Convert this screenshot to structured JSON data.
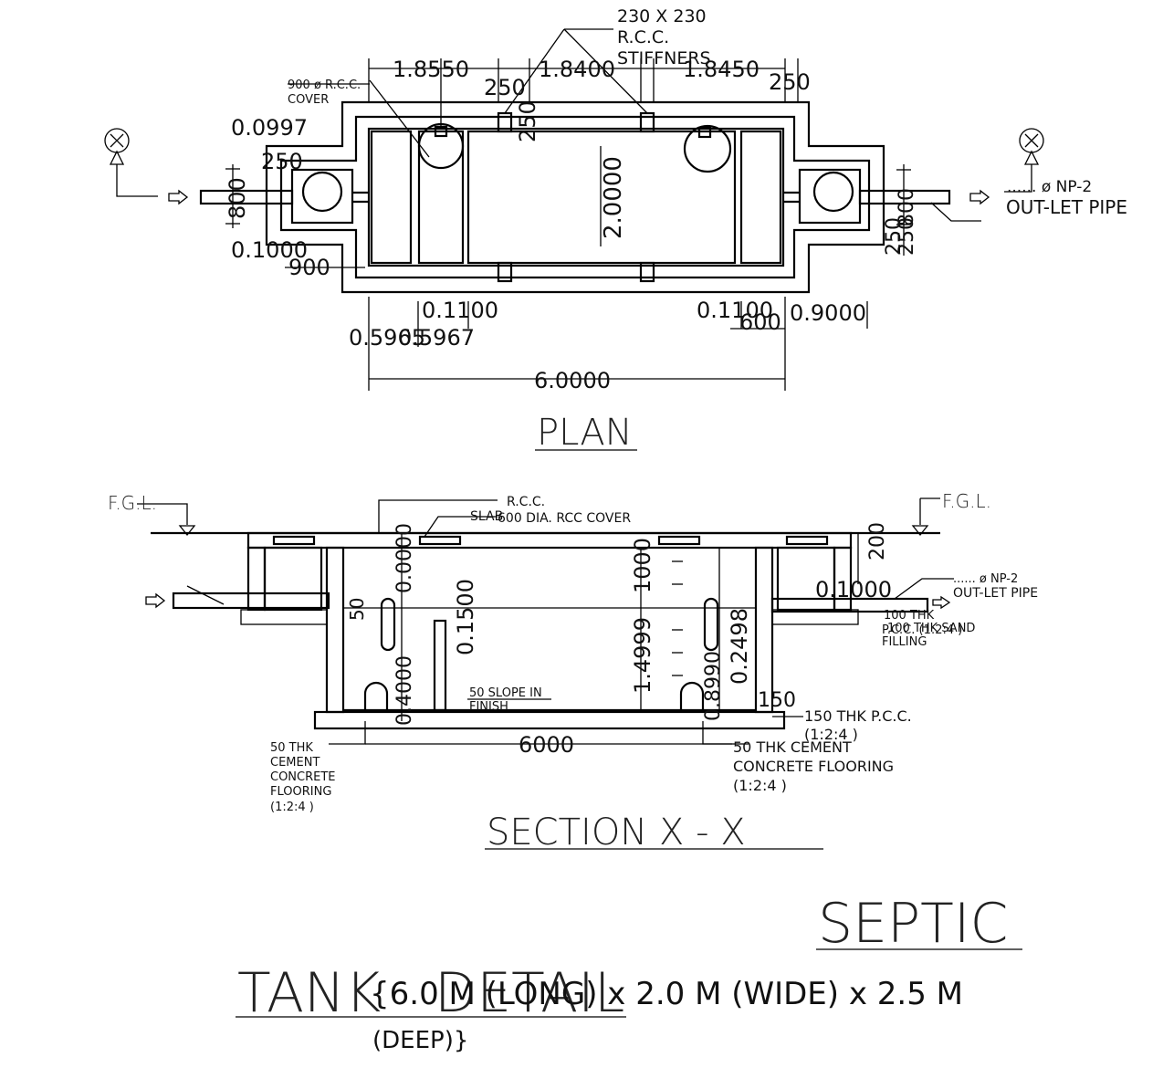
{
  "plan": {
    "title": "PLAN",
    "stiffener_label": [
      "230 X 230",
      "R.C.C.",
      "STIFFNERS"
    ],
    "cover_label": [
      "900 ø R.C.C.",
      "COVER"
    ],
    "outlet_label": [
      "......  ø NP-2",
      "OUT-LET   PIPE"
    ],
    "dims": {
      "d1": "1.8550",
      "d2": "1.8400",
      "d3": "1.8450",
      "d250a": "250",
      "d250b": "250",
      "d250c": "250",
      "d250d": "250",
      "d250e": "250",
      "d250f": "250",
      "d0997": "0.0997",
      "d800a": "800",
      "d800b": "800",
      "d1000": "0.1000",
      "d900": "900",
      "d2000": "2.0000",
      "d1100a": "0.1100",
      "d1100b": "0.1100",
      "d5965": "0.5965",
      "d5967": "0.5967",
      "d600": "600",
      "d9000": "0.9000",
      "d6000": "6.0000"
    }
  },
  "section": {
    "title": "SECTION  X  -  X",
    "fgl_left": "F.G.L.",
    "fgl_right": "F.G.L.",
    "rcc_slab": [
      "R.C.C.",
      "SLAB"
    ],
    "cover": "600 DIA. RCC COVER",
    "outlet": [
      "......  ø NP-2",
      "OUT-LET   PIPE"
    ],
    "sand": [
      "100  THK",
      "P.C.C. (1:2:4 )",
      "100  THK  SAND",
      "FILLING"
    ],
    "slope": [
      "50  SLOPE  IN",
      "FINISH"
    ],
    "pcc": [
      "150  THK    P.C.C.",
      "(1:2:4  )"
    ],
    "floor_right": [
      "50  THK    CEMENT",
      "CONCRETE  FLOORING",
      "(1:2:4  )"
    ],
    "floor_left": [
      "50  THK",
      "CEMENT",
      "CONCRETE",
      "FLOORING",
      "(1:2:4  )"
    ],
    "dims": {
      "s200": "200",
      "s1000a": "0.1000",
      "s50": "50",
      "s1500": "0.1500",
      "s1000b": "1000",
      "s1499": "1.4999",
      "s2498": "0.2498",
      "s150": "150",
      "s8990": "0.8990",
      "s6000": "6000",
      "s400": "0.4000",
      "s0000": "0.0000"
    }
  },
  "title": {
    "line1": "SEPTIC",
    "line2a": "TANK",
    "line2b": "DETAIL",
    "spec1": "{6.0  M  (LONG)  x  2.0  M  (WIDE)  x  2.5  M",
    "spec2": "(DEEP)}"
  }
}
